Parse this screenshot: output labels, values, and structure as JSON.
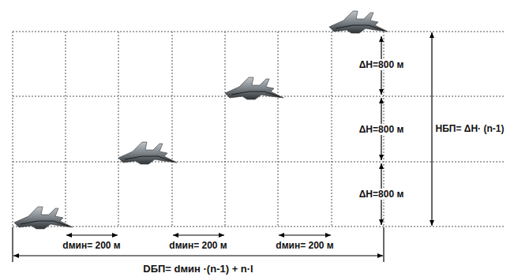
{
  "diagram": {
    "labels": [
      "ΔH=800 м",
      "ΔH=800 м",
      "ΔH=800 м",
      "HБП= ΔH· (n-1)",
      "dмин= 200 м",
      "dмин= 200 м",
      "dмин= 200 м",
      "DБП= dмин ·(n-1) + n·l"
    ]
  }
}
